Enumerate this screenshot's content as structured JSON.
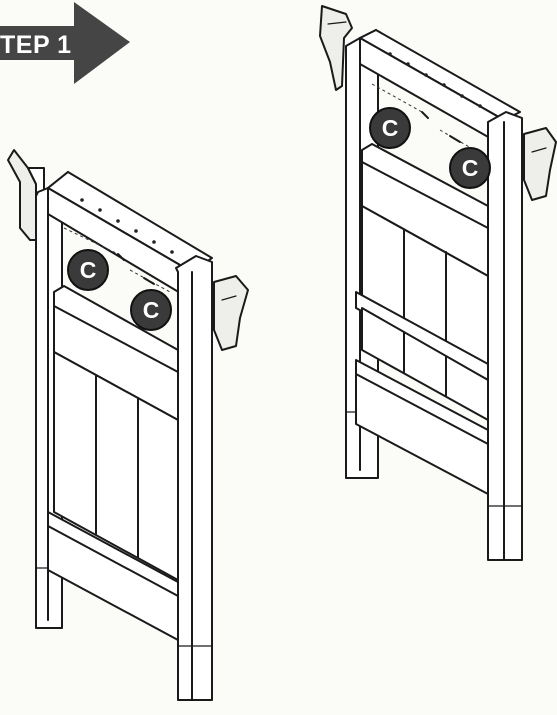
{
  "step_banner": {
    "text": "TEP 1",
    "color": "#454545",
    "text_color": "#ffffff"
  },
  "badges": [
    {
      "id": "left-upper",
      "letter": "C"
    },
    {
      "id": "left-lower",
      "letter": "C"
    },
    {
      "id": "right-upper",
      "letter": "C"
    },
    {
      "id": "right-lower",
      "letter": "C"
    }
  ],
  "colors": {
    "line": "#1a1a1a",
    "badge_fill": "#3a3a3a",
    "badge_ring": "#111111",
    "paper": "#fbfbf8"
  }
}
